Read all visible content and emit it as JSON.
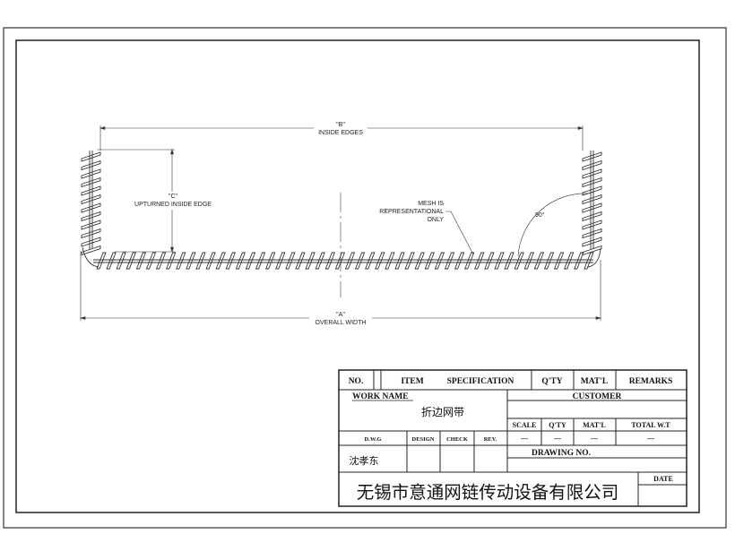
{
  "drawing": {
    "dim_b_label": "\"B\"",
    "dim_b_text": "INSIDE EDGES",
    "dim_c_label": "\"C\"",
    "dim_c_text": "UPTURNED INSIDE EDGE",
    "dim_a_label": "\"A\"",
    "dim_a_text": "OVERALL WIDTH",
    "note_line1": "MESH IS",
    "note_line2": "REPRESENTATIONAL",
    "note_line3": "ONLY",
    "angle": "90°"
  },
  "title_block": {
    "no": "NO.",
    "item": "ITEM",
    "specification": "SPECIFICATION",
    "qty": "Q'TY",
    "matl": "MAT'L",
    "remarks": "REMARKS",
    "work_name_label": "WORK  NAME",
    "work_name": "折边网带",
    "customer": "CUSTOMER",
    "scale": "SCALE",
    "qty2": "Q'TY",
    "matl2": "MAT'L",
    "total_wt": "TOTAL  W.T",
    "scale_val": "—",
    "qty_val": "—",
    "matl_val": "—",
    "total_val": "—",
    "dwg": "D.W.G",
    "design": "DESIGN",
    "check": "CHECK",
    "rev": "REV.",
    "drawer": "沈孝东",
    "drawing_no": "DRAWING  NO.",
    "date": "DATE",
    "company": "无锡市意通网链传动设备有限公司"
  }
}
